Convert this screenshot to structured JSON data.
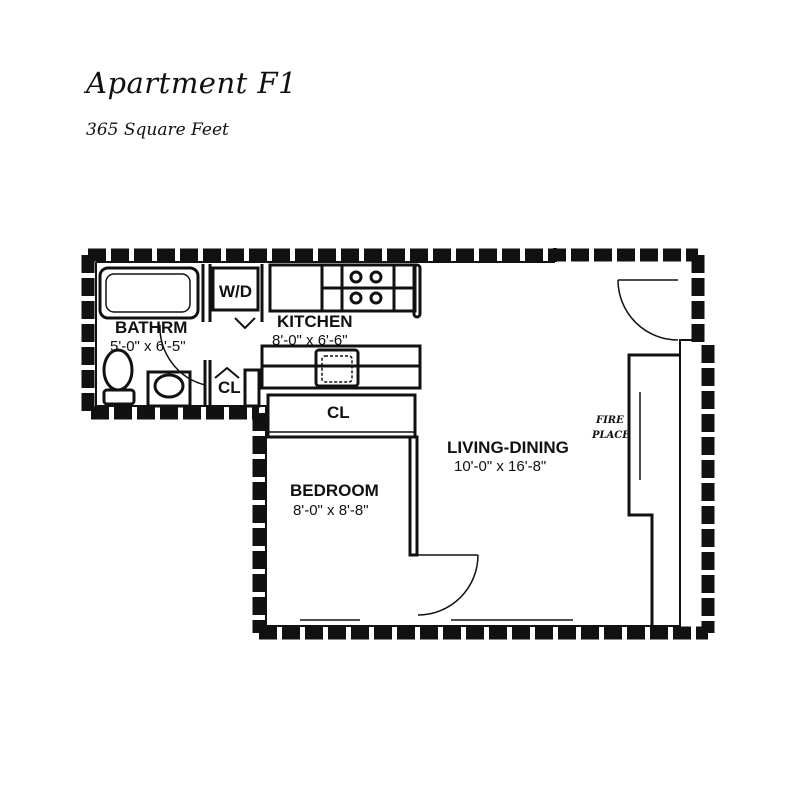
{
  "header": {
    "title": "Apartment F1",
    "subtitle": "365 Square Feet"
  },
  "rooms": {
    "bathroom": {
      "name": "BATHRM",
      "size": "5'-0\" x 6'-5\""
    },
    "kitchen": {
      "name": "KITCHEN",
      "size": "8'-0\" x 6'-6\""
    },
    "bedroom": {
      "name": "BEDROOM",
      "size": "8'-0\" x 8'-8\""
    },
    "living": {
      "name": "LIVING-DINING",
      "size": "10'-0\" x 16'-8\""
    }
  },
  "fixtures": {
    "washer_dryer": "W/D",
    "closet_small": "CL",
    "closet_bedroom": "CL",
    "fireplace_line1": "FIRE",
    "fireplace_line2": "PLACE"
  }
}
